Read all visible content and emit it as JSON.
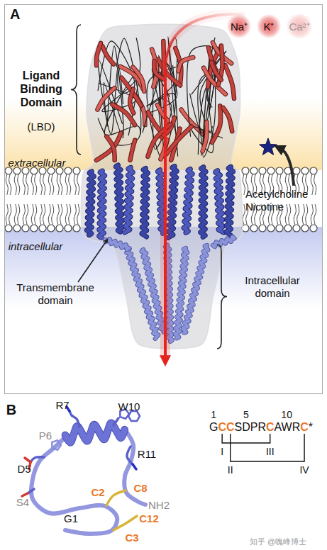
{
  "diagram": {
    "nodes": [
      {
        "text": [
          "A"
        ]
      },
      {
        "text": [
          "Na⁺"
        ],
        "in": 0
      },
      {
        "text": [
          "K⁺"
        ],
        "in": 0
      },
      {
        "text": [
          "Ca²⁺"
        ],
        "in": 0
      }
    ],
    "labels": [
      "Ligand Binding Domain",
      "(LBD)",
      "Acetylcholine Nicotine",
      "extracellular",
      "intracellular",
      "Transmembrane domain",
      "Intracellular domain",
      "B",
      "R7",
      "W10",
      "P6",
      "D5",
      "R11",
      "C8",
      "S4",
      "NH2",
      "G1",
      "C12",
      "C3",
      "C2",
      "1",
      "5",
      "10",
      "GCCSDPRCAWRC*",
      "I",
      "III",
      "II",
      "IV",
      "知乎 @魄峰博士"
    ]
  }
}
